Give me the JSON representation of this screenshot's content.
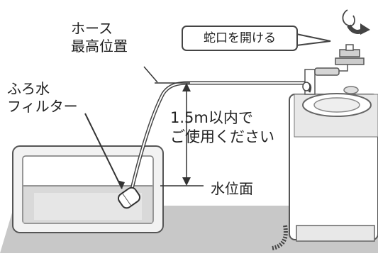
{
  "labels": {
    "hose_highest_line1": "ホース",
    "hose_highest_line2": "最高位置",
    "bath_filter_line1": "ふろ水",
    "bath_filter_line2": "フィルター",
    "height_limit_line1": "1.5m以内で",
    "height_limit_line2": "ご使用ください",
    "water_level": "水位面",
    "open_faucet": "蛇口を開ける"
  },
  "colors": {
    "floor": "#c8c8c8",
    "water": "#d9d9d9",
    "line": "#333333"
  }
}
